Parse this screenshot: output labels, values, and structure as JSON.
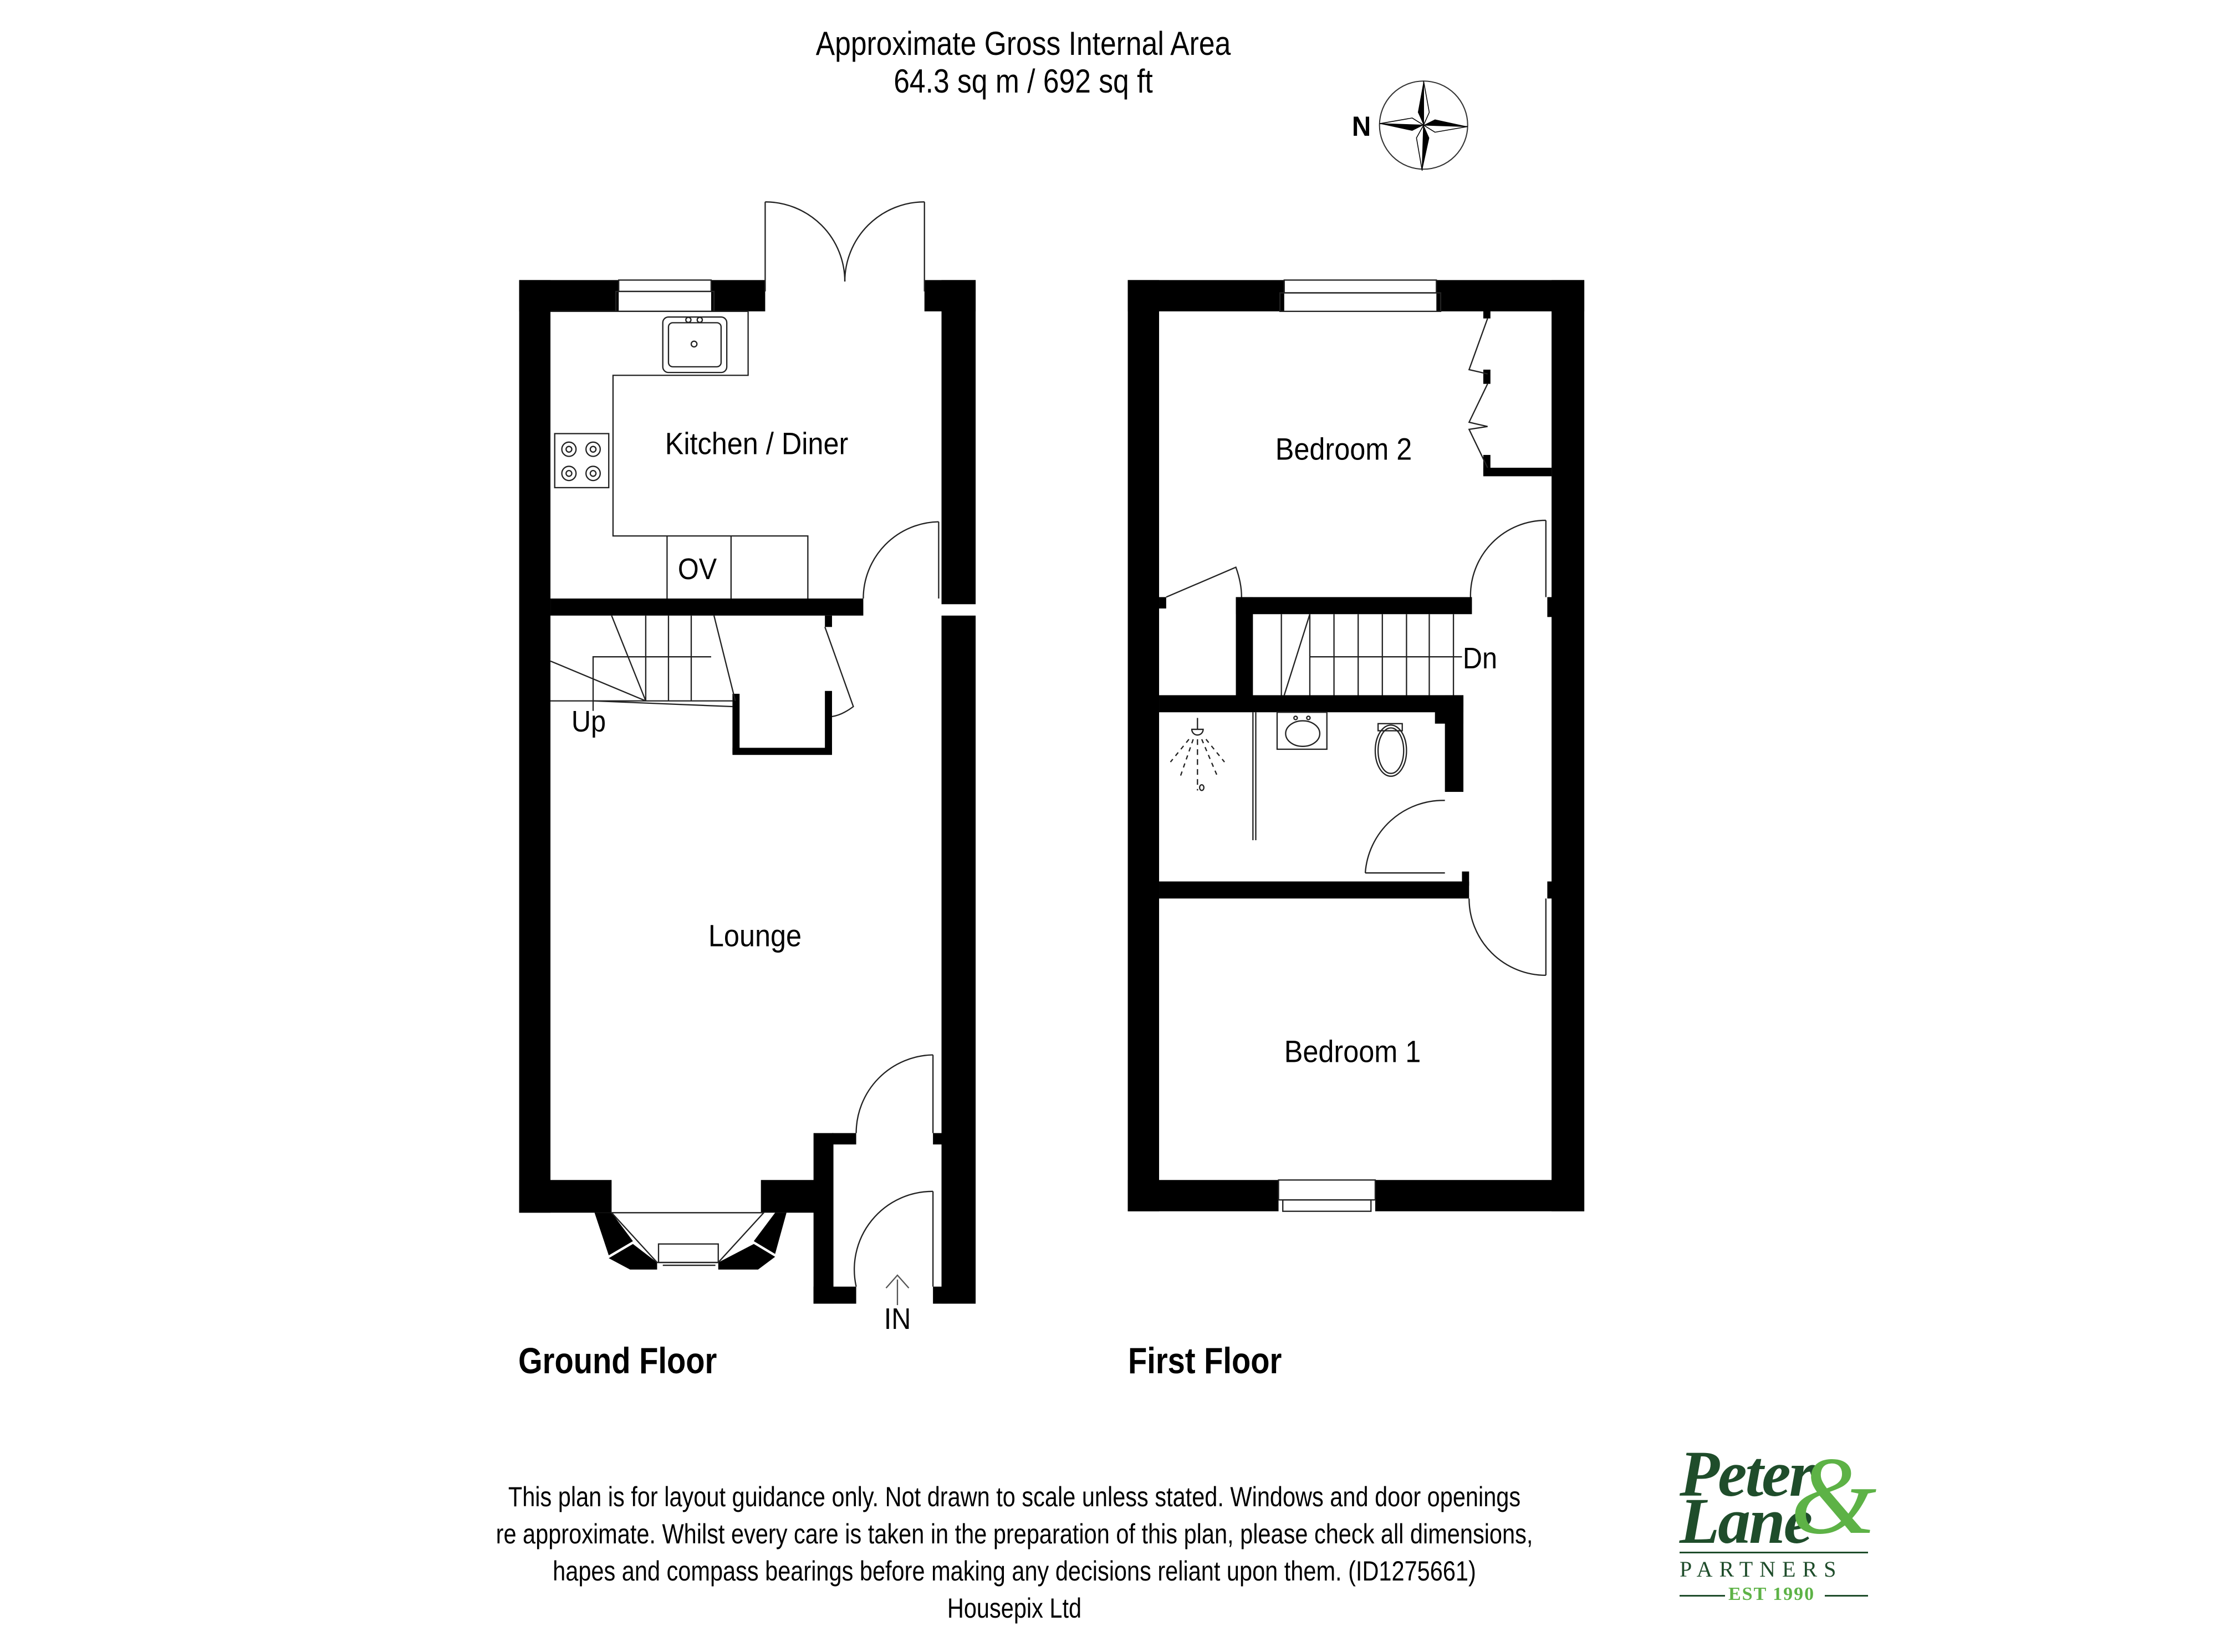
{
  "header": {
    "title": "Approximate Gross Internal Area",
    "area": "64.3 sq m / 692 sq ft"
  },
  "compass": {
    "label": "N",
    "icon": "compass-rose-icon"
  },
  "ground_floor": {
    "title": "Ground Floor",
    "rooms": {
      "kitchen": "Kitchen / Diner",
      "lounge": "Lounge"
    },
    "labels": {
      "oven": "OV",
      "stairs": "Up",
      "entrance": "IN"
    },
    "fixtures": [
      "sink-icon",
      "hob-icon",
      "oven-icon",
      "stairs-up-icon",
      "entrance-arrow-icon",
      "bay-window",
      "french-doors"
    ]
  },
  "first_floor": {
    "title": "First Floor",
    "rooms": {
      "bedroom2": "Bedroom 2",
      "bedroom1": "Bedroom 1"
    },
    "labels": {
      "stairs": "Dn"
    },
    "fixtures": [
      "shower-icon",
      "basin-icon",
      "toilet-icon",
      "wardrobe-bifold-doors",
      "stairs-down-icon"
    ]
  },
  "disclaimer": {
    "lines": [
      "This plan is for layout guidance only. Not drawn to scale unless stated. Windows and door openings",
      "re approximate. Whilst every care is taken in the preparation of this plan, please check all dimensions,",
      "hapes and compass bearings before making any decisions reliant upon them. (ID1275661)",
      "Housepix Ltd"
    ]
  },
  "logo": {
    "word1": "Peter",
    "word2": "Lane",
    "amp": "&",
    "partners": "PARTNERS",
    "est": "EST 1990",
    "colors": {
      "dark_green": "#1f4d2b",
      "light_green": "#5db246"
    }
  },
  "colors": {
    "wall": "#000000",
    "background": "#ffffff",
    "line": "#333333"
  }
}
